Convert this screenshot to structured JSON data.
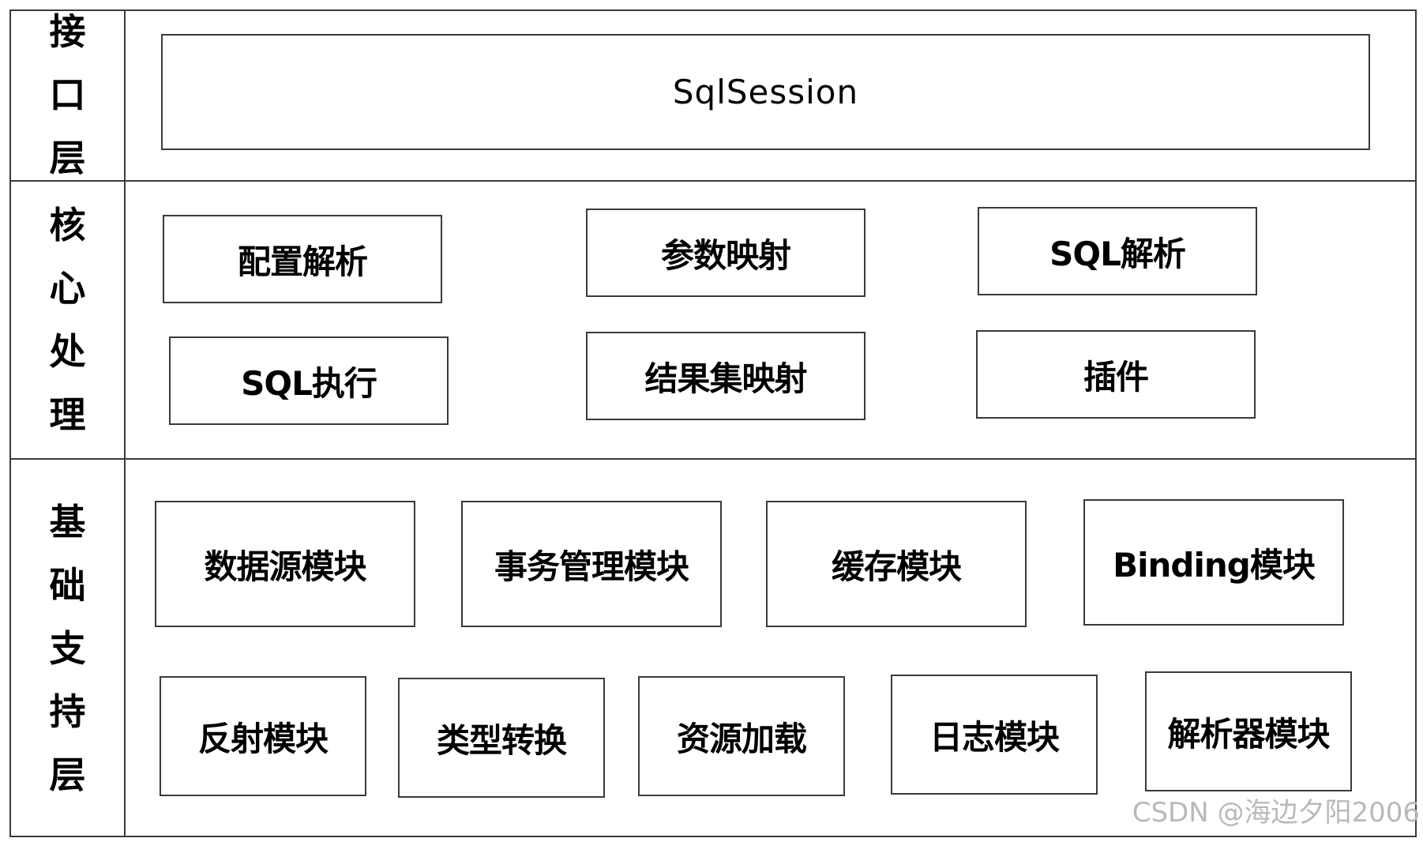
{
  "layers": {
    "interface": {
      "label_chars": [
        "接",
        "口",
        "层"
      ]
    },
    "core": {
      "label_chars": [
        "核",
        "心",
        "处",
        "理"
      ]
    },
    "base": {
      "label_chars": [
        "基",
        "础",
        "支",
        "持",
        "层"
      ]
    }
  },
  "modules": {
    "sqlsession": "SqlSession",
    "config_parse": "配置解析",
    "param_map": "参数映射",
    "sql_parse": "SQL解析",
    "sql_exec": "SQL执行",
    "result_map": "结果集映射",
    "plugin": "插件",
    "datasource": "数据源模块",
    "transaction": "事务管理模块",
    "cache": "缓存模块",
    "binding": "Binding模块",
    "reflection": "反射模块",
    "type_convert": "类型转换",
    "resource_load": "资源加载",
    "log": "日志模块",
    "parser": "解析器模块"
  },
  "watermark": "CSDN @海边夕阳2006"
}
